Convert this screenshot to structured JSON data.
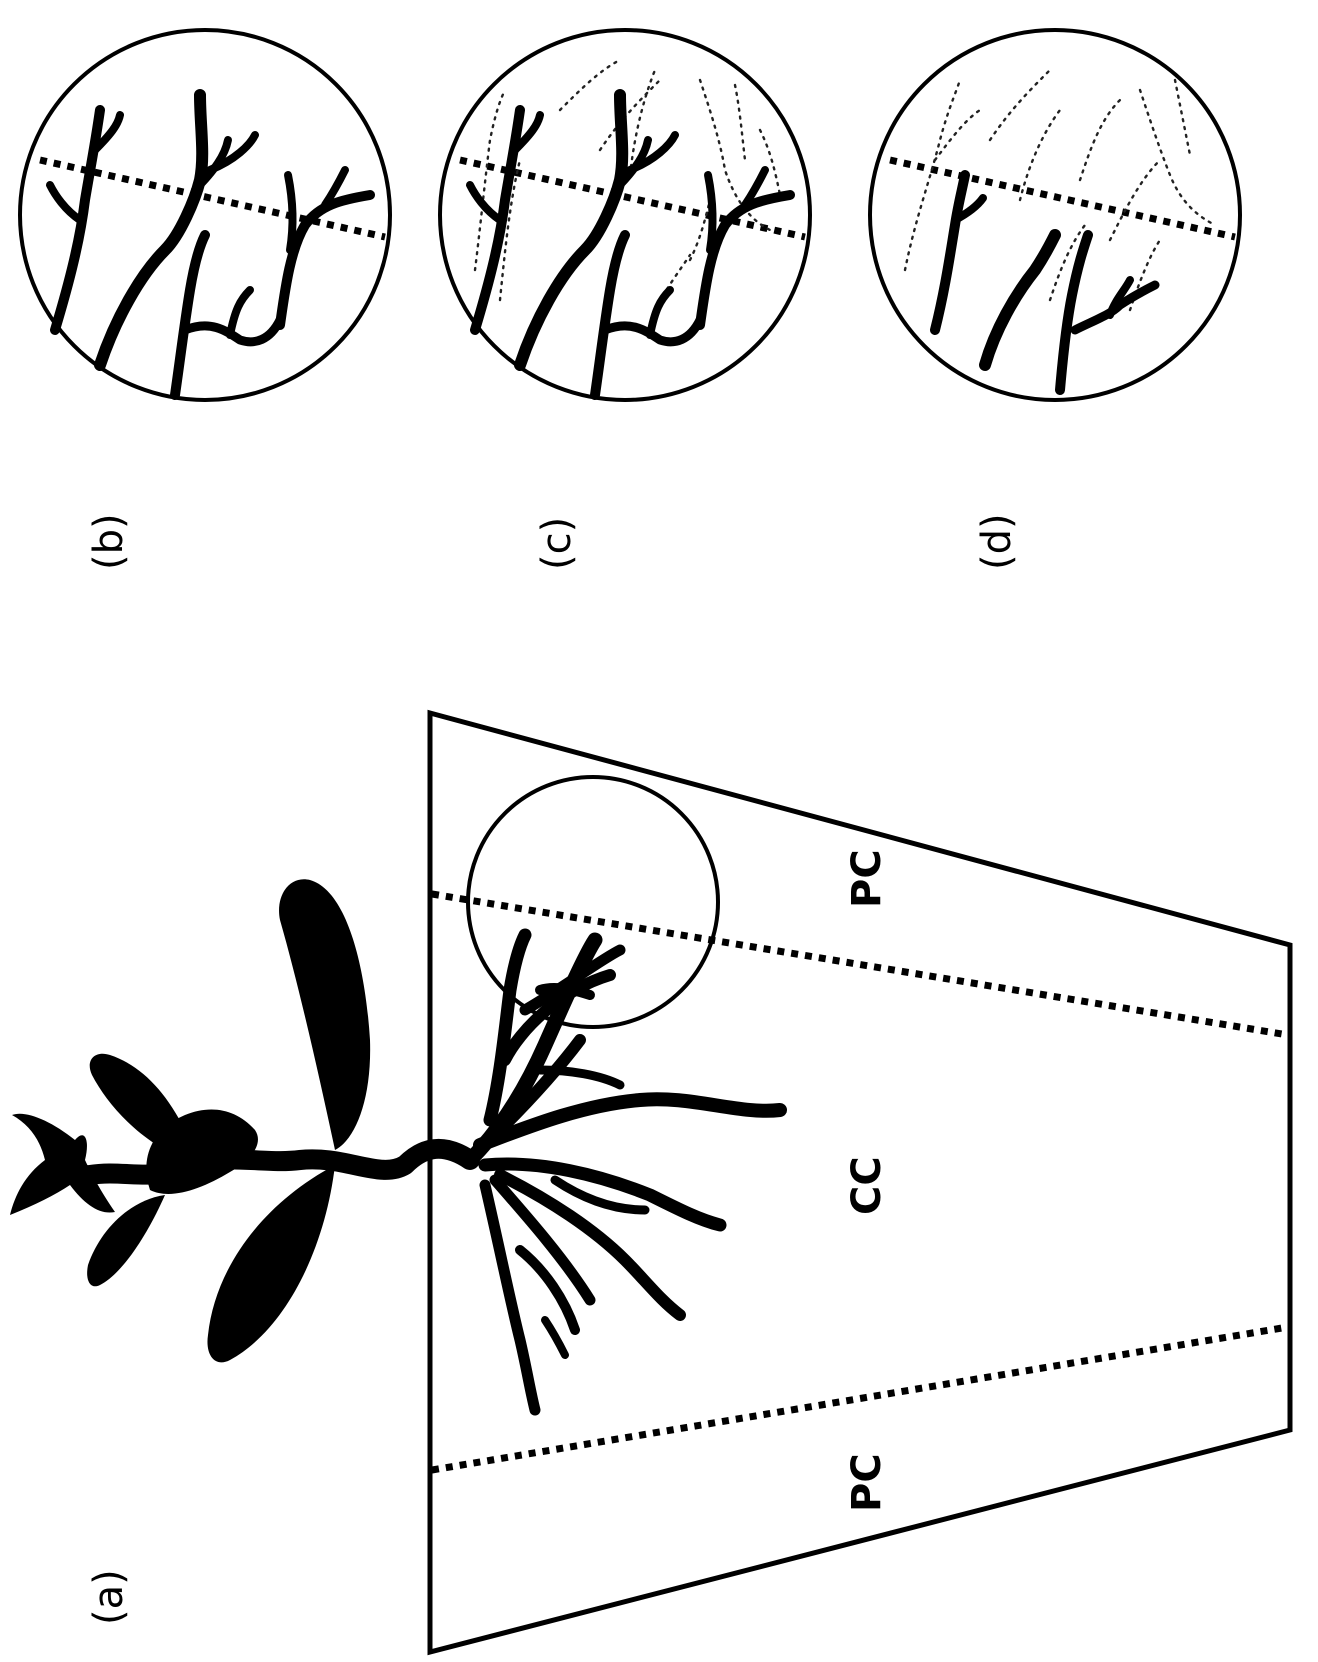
{
  "figure": {
    "panels": {
      "a": "(a)",
      "b": "(b)",
      "c": "(c)",
      "d": "(d)"
    },
    "zones": {
      "central": "CC",
      "peripheral_1": "PC",
      "peripheral_2": "PC"
    },
    "colors": {
      "ink": "#000000",
      "background": "#ffffff"
    }
  }
}
